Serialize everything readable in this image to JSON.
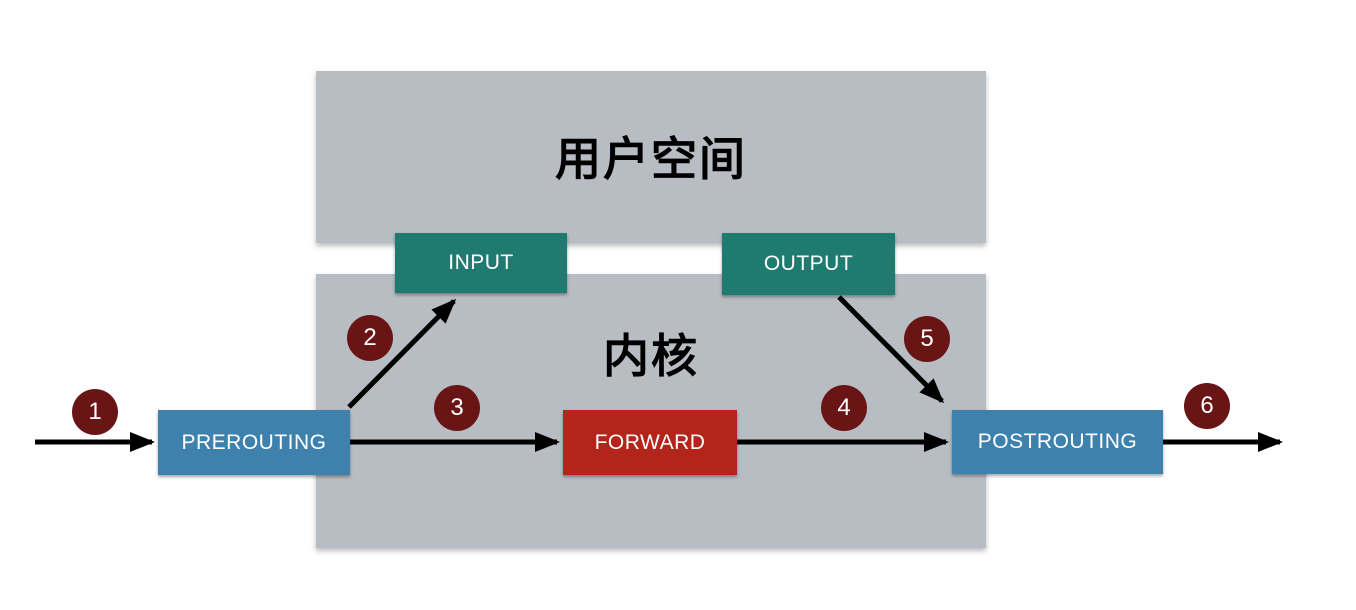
{
  "regions": {
    "user_space": {
      "label": "用户空间"
    },
    "kernel": {
      "label": "内核"
    }
  },
  "chains": {
    "input": {
      "label": "INPUT"
    },
    "output": {
      "label": "OUTPUT"
    },
    "prerouting": {
      "label": "PREROUTING"
    },
    "forward": {
      "label": "FORWARD"
    },
    "postrouting": {
      "label": "POSTROUTING"
    }
  },
  "steps": [
    "1",
    "2",
    "3",
    "4",
    "5",
    "6"
  ],
  "colors": {
    "region_bg": "#b8bcc3",
    "chain_teal": "#1f7a70",
    "chain_blue": "#3e81ad",
    "chain_red": "#b3241a",
    "badge_maroon": "#6a1515",
    "arrow": "#000000",
    "label_text": "#000000",
    "chain_text": "#ffffff",
    "page_bg": "#ffffff"
  }
}
